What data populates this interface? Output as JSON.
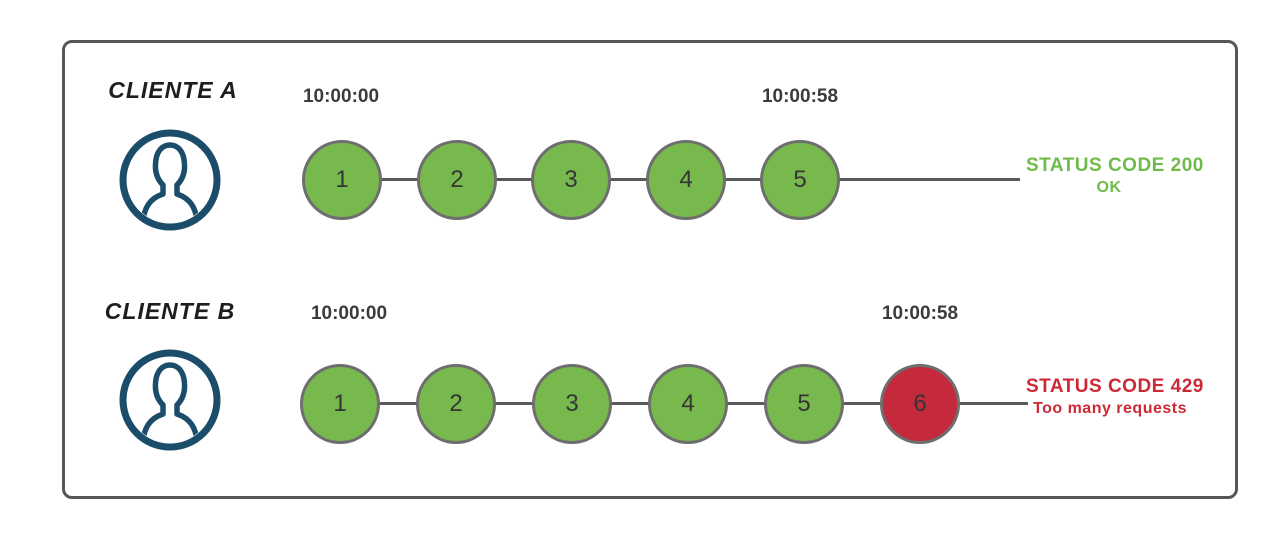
{
  "colors": {
    "green": "#77b94c",
    "red": "#c5293c",
    "circle-border": "#6e6e6e",
    "line": "#595959",
    "frame-border": "#565656",
    "timestamp": "#3b3b3b",
    "avatar": "#1b4d6b",
    "status-green": "#6fbb4a",
    "status-red": "#cc2936"
  },
  "clientA": {
    "name": "CLIENTE A",
    "start_time": "10:00:00",
    "end_time": "10:00:58",
    "requests": [
      "1",
      "2",
      "3",
      "4",
      "5"
    ],
    "status_code_label": "STATUS CODE 200",
    "status_message": "OK"
  },
  "clientB": {
    "name": "CLIENTE B",
    "start_time": "10:00:00",
    "end_time": "10:00:58",
    "requests": [
      "1",
      "2",
      "3",
      "4",
      "5",
      "6"
    ],
    "status_code_label": "STATUS CODE 429",
    "status_message": "Too many requests"
  }
}
